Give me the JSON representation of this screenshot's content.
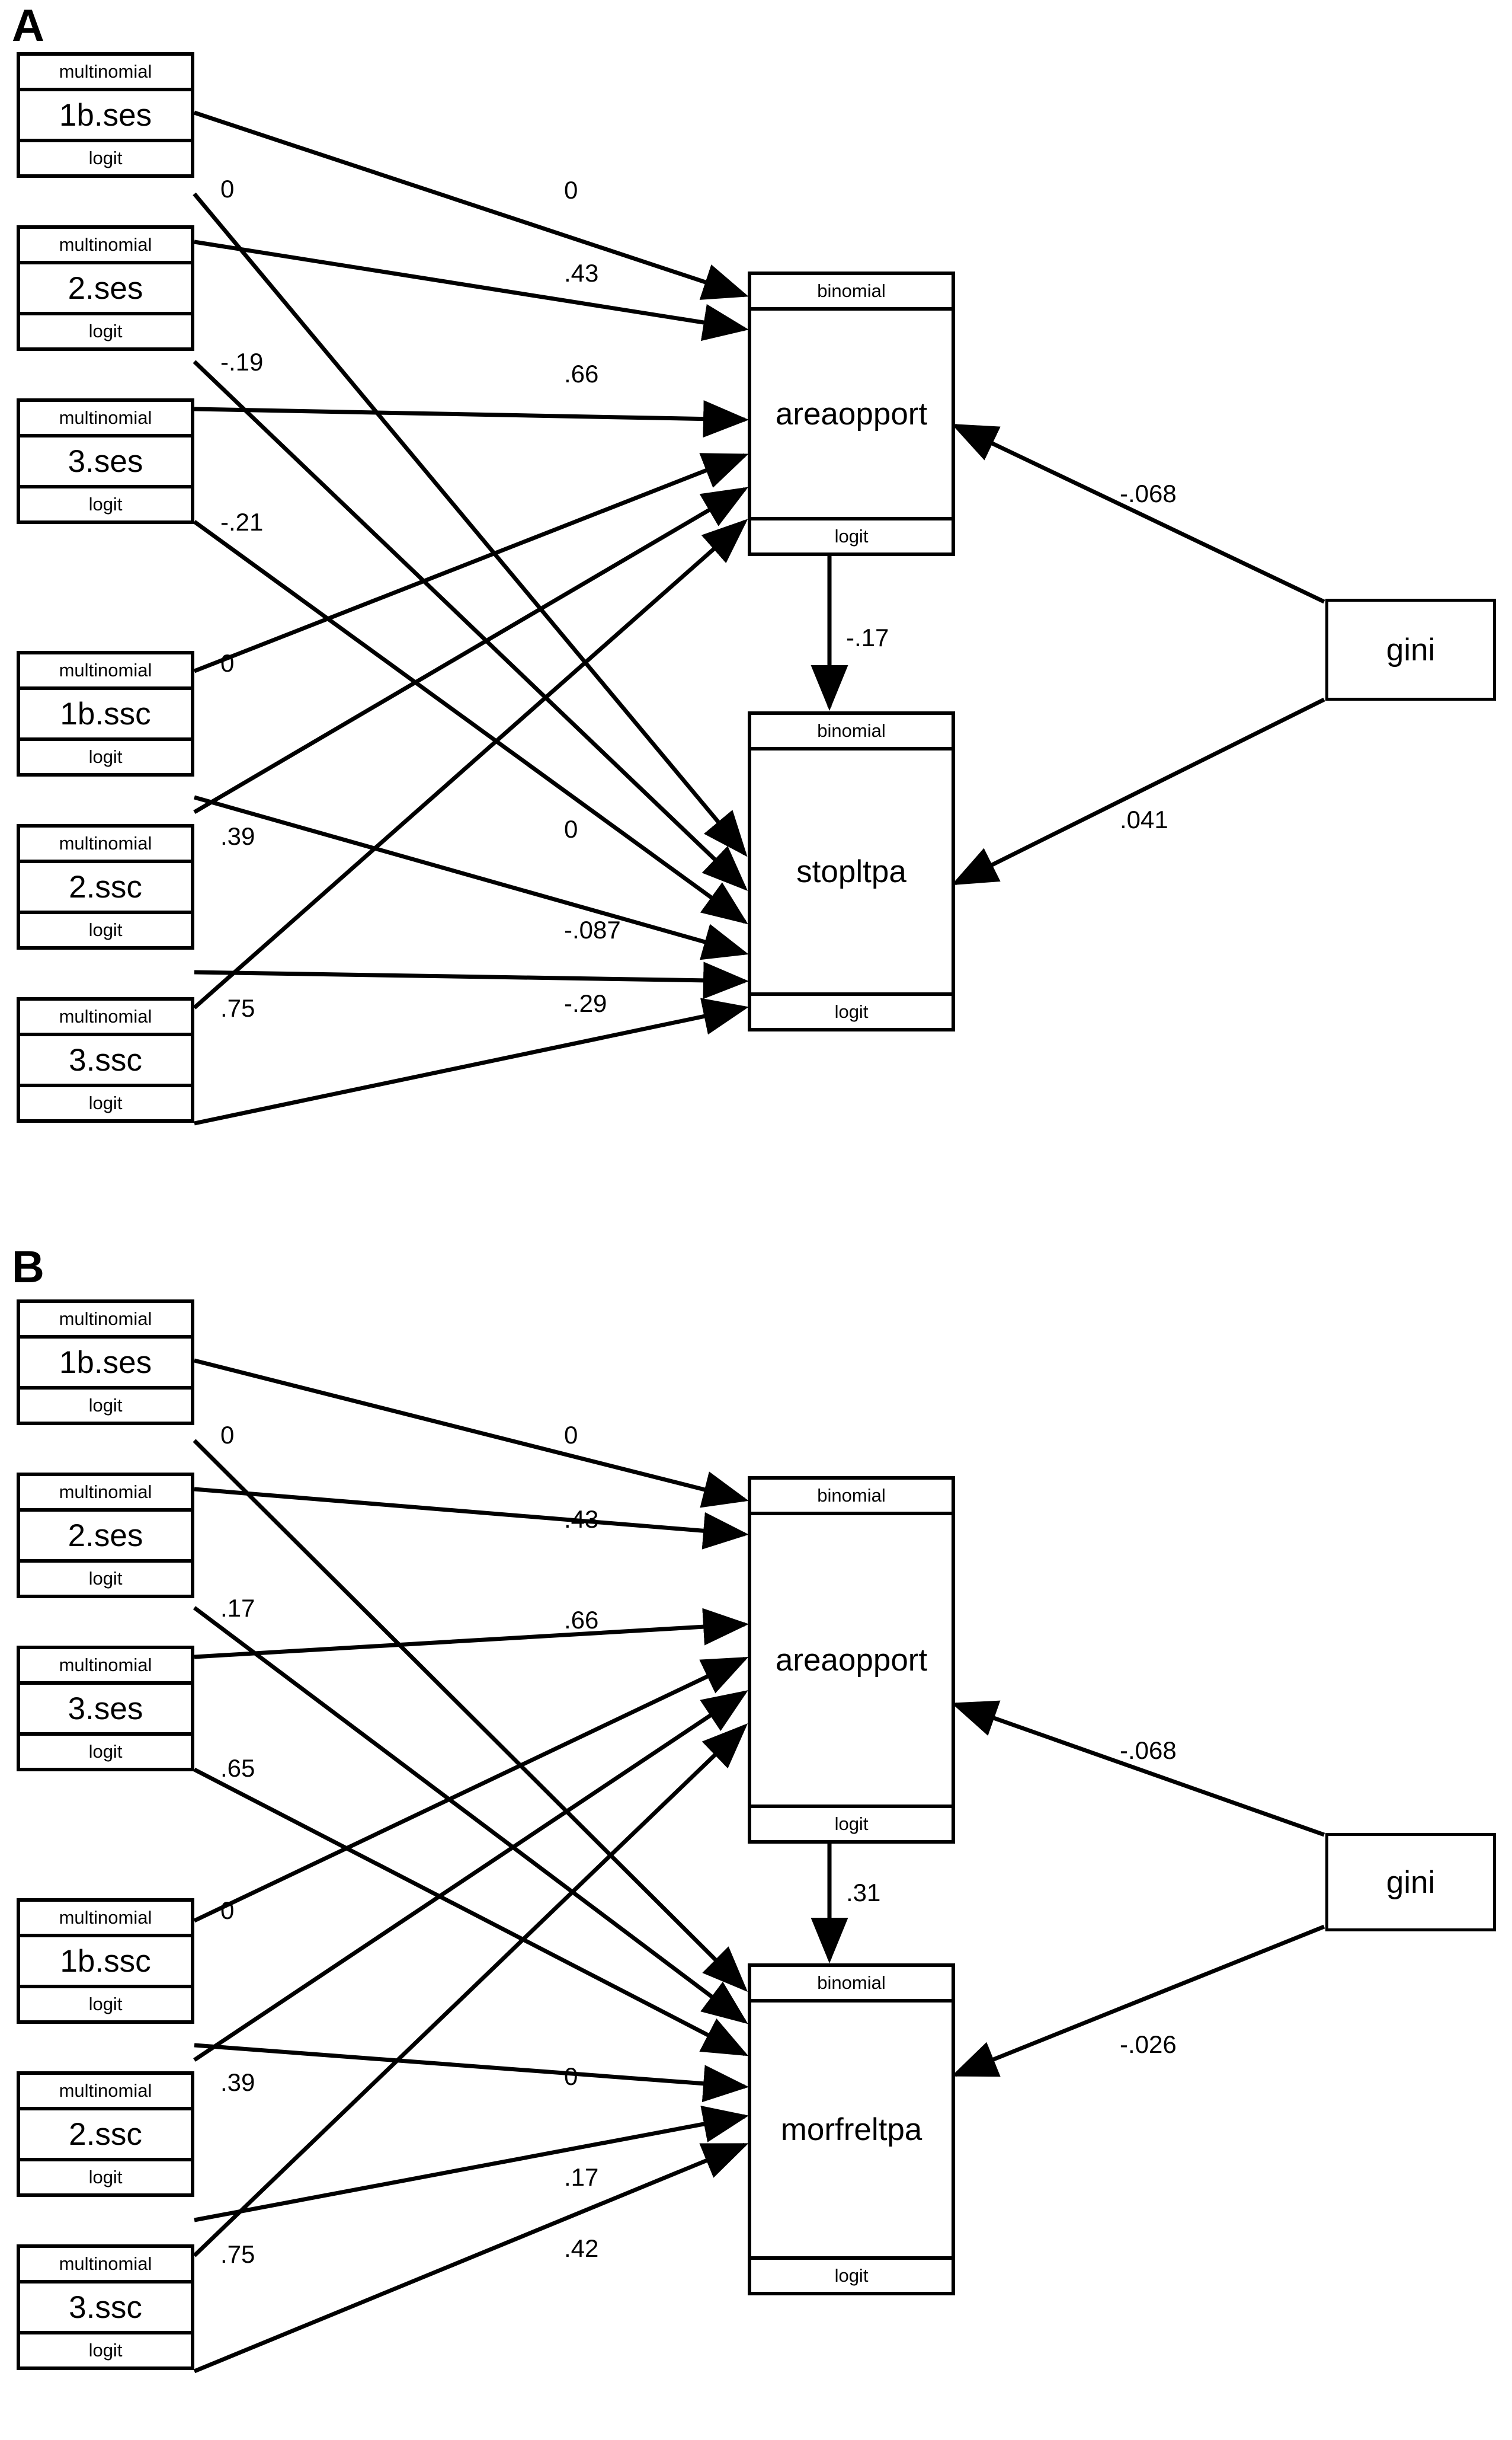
{
  "figure": {
    "type": "path-diagram",
    "panels": [
      {
        "letter": "A",
        "predictor_nodes": [
          {
            "dist": "multinomial",
            "name": "1b.ses",
            "link": "logit"
          },
          {
            "dist": "multinomial",
            "name": "2.ses",
            "link": "logit"
          },
          {
            "dist": "multinomial",
            "name": "3.ses",
            "link": "logit"
          },
          {
            "dist": "multinomial",
            "name": "1b.ssc",
            "link": "logit"
          },
          {
            "dist": "multinomial",
            "name": "2.ssc",
            "link": "logit"
          },
          {
            "dist": "multinomial",
            "name": "3.ssc",
            "link": "logit"
          }
        ],
        "outcome_nodes": [
          {
            "dist": "binomial",
            "name": "areaopport",
            "link": "logit"
          },
          {
            "dist": "binomial",
            "name": "stopltpa",
            "link": "logit"
          }
        ],
        "exogenous_nodes": [
          {
            "name": "gini"
          }
        ],
        "edge_labels": {
          "ses1_to_area": "0",
          "ses2_to_area": ".43",
          "ses3_to_area": ".66",
          "ses1_to_out": "0",
          "ses2_to_out": "-.19",
          "ses3_to_out": "-.21",
          "ssc1_to_area": "0",
          "ssc2_to_area": ".39",
          "ssc3_to_area": ".75",
          "ssc1_to_out": "0",
          "ssc2_to_out": "-.087",
          "ssc3_to_out": "-.29",
          "area_to_out": "-.17",
          "gini_to_area": "-.068",
          "gini_to_out": ".041"
        }
      },
      {
        "letter": "B",
        "predictor_nodes": [
          {
            "dist": "multinomial",
            "name": "1b.ses",
            "link": "logit"
          },
          {
            "dist": "multinomial",
            "name": "2.ses",
            "link": "logit"
          },
          {
            "dist": "multinomial",
            "name": "3.ses",
            "link": "logit"
          },
          {
            "dist": "multinomial",
            "name": "1b.ssc",
            "link": "logit"
          },
          {
            "dist": "multinomial",
            "name": "2.ssc",
            "link": "logit"
          },
          {
            "dist": "multinomial",
            "name": "3.ssc",
            "link": "logit"
          }
        ],
        "outcome_nodes": [
          {
            "dist": "binomial",
            "name": "areaopport",
            "link": "logit"
          },
          {
            "dist": "binomial",
            "name": "morfreltpa",
            "link": "logit"
          }
        ],
        "exogenous_nodes": [
          {
            "name": "gini"
          }
        ],
        "edge_labels": {
          "ses1_to_area": "0",
          "ses2_to_area": ".43",
          "ses3_to_area": ".66",
          "ses1_to_out": "0",
          "ses2_to_out": ".17",
          "ses3_to_out": ".65",
          "ssc1_to_area": "0",
          "ssc2_to_area": ".39",
          "ssc3_to_area": ".75",
          "ssc1_to_out": "0",
          "ssc2_to_out": ".17",
          "ssc3_to_out": ".42",
          "area_to_out": ".31",
          "gini_to_area": "-.068",
          "gini_to_out": "-.026"
        }
      }
    ]
  }
}
